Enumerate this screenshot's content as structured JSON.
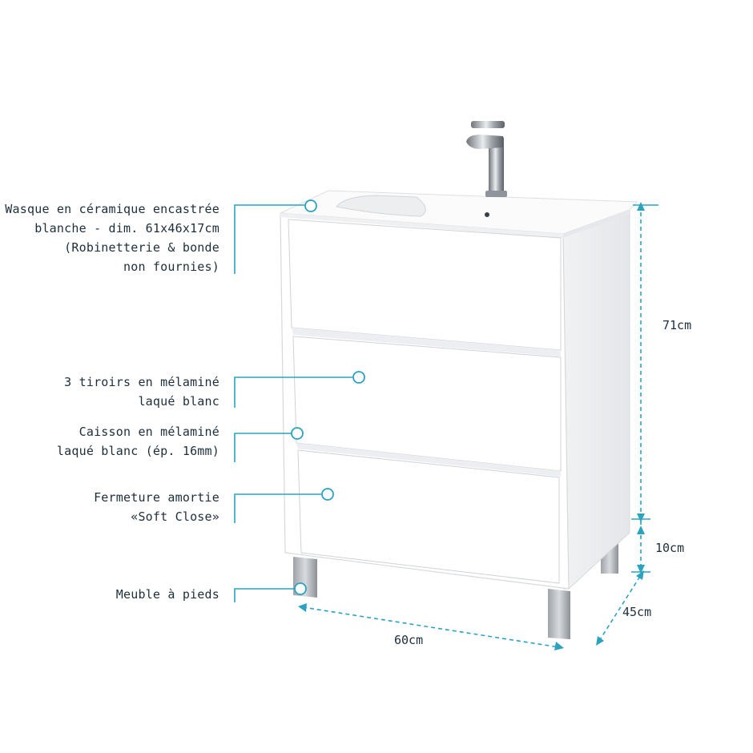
{
  "colors": {
    "accent": "#2ba3c0",
    "text": "#1d2e3b",
    "cabinet": "#ffffff",
    "cabinet_edge": "#dfe2e5"
  },
  "callouts": [
    {
      "id": "wasque",
      "text": "Wasque en céramique encastrée\nblanche - dim. 61x46x17cm\n(Robinetterie & bonde\nnon fournies)"
    },
    {
      "id": "tiroirs",
      "text": "3 tiroirs en mélaminé\nlaqué blanc"
    },
    {
      "id": "caisson",
      "text": "Caisson en mélaminé\nlaqué blanc (ép. 16mm)"
    },
    {
      "id": "fermeture",
      "text": "Fermeture amortie\n«Soft Close»"
    },
    {
      "id": "pieds",
      "text": "Meuble à pieds"
    }
  ],
  "dimensions": {
    "height_body": "71cm",
    "height_legs": "10cm",
    "depth": "45cm",
    "width": "60cm"
  }
}
